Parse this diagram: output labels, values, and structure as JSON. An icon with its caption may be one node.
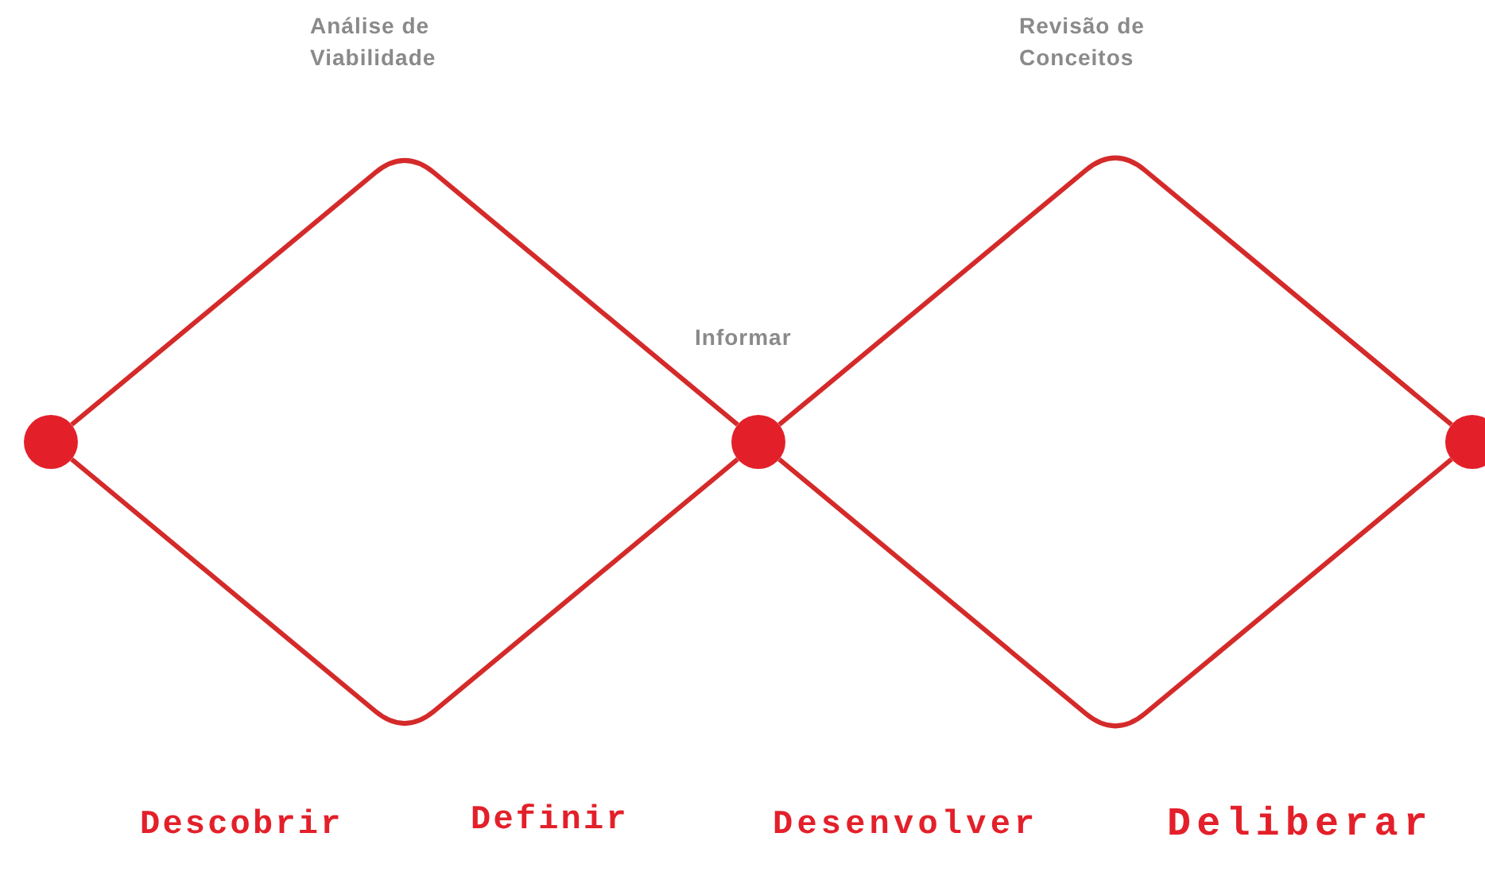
{
  "diagram": {
    "nodes": [
      {
        "text": [],
        "shape": "circle"
      },
      {
        "text": [],
        "shape": "circle",
        "beside": [
          "Informar"
        ]
      },
      {
        "text": [],
        "shape": "circle"
      }
    ],
    "edges": [
      {
        "from": 0,
        "to": 1,
        "arrow": "none"
      },
      {
        "from": 0,
        "to": 1,
        "arrow": "none"
      },
      {
        "from": 1,
        "to": 2,
        "arrow": "none"
      },
      {
        "from": 1,
        "to": 2,
        "arrow": "none"
      }
    ],
    "labels": [
      "Análise de Viabilidade",
      "Revisão de Conceitos",
      "Descobrir",
      "Definir",
      "Desenvolver",
      "Deliberar"
    ]
  }
}
